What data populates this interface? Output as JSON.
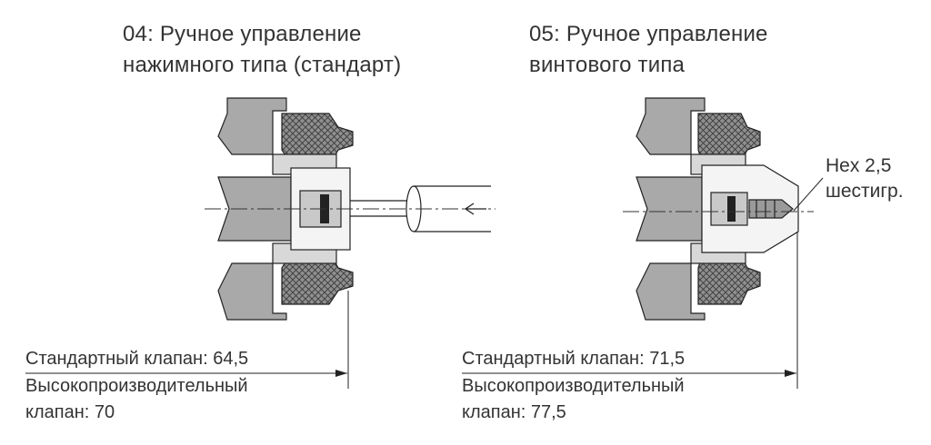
{
  "left": {
    "title_line1": "04: Ручное управление",
    "title_line2": "нажимного типа (стандарт)",
    "standard_label": "Стандартный клапан: 64,5",
    "hp_line1": "Высокопроизводительный",
    "hp_line2": "клапан: 70"
  },
  "right": {
    "title_line1": "05: Ручное управление",
    "title_line2": "винтового типа",
    "standard_label": "Стандартный клапан: 71,5",
    "hp_line1": "Высокопроизводительный",
    "hp_line2": "клапан: 77,5",
    "hex_line1": "Hex 2,5",
    "hex_line2": "шестигр."
  },
  "colors": {
    "body_gray": "#a9a9a9",
    "seal_gray": "#8c8c8c",
    "line": "#222222"
  }
}
